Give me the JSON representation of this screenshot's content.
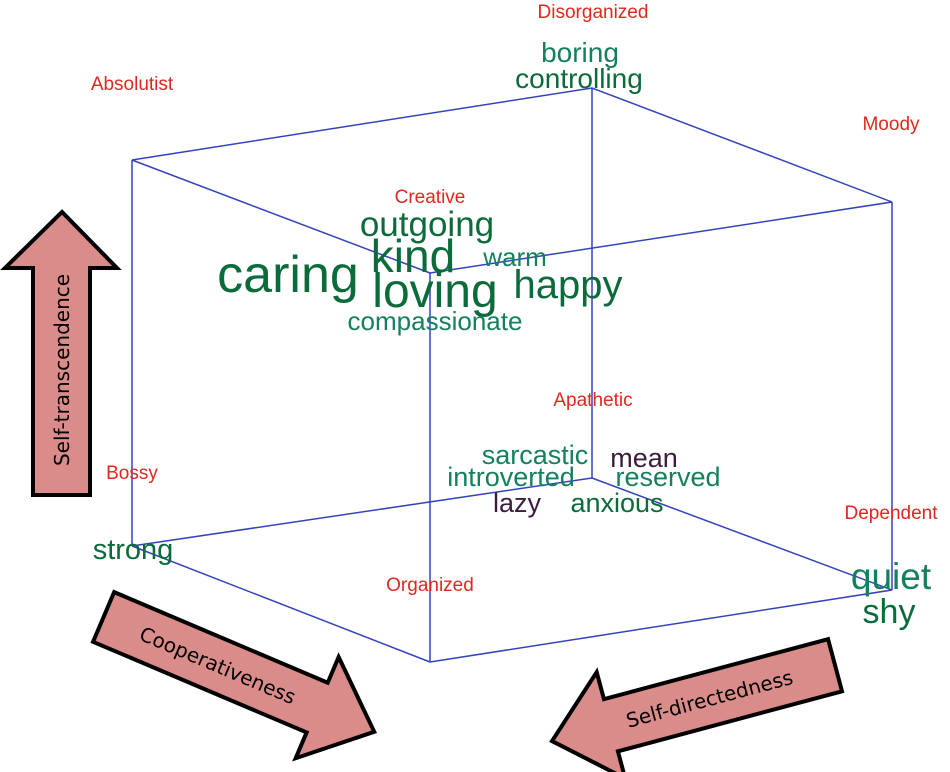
{
  "colors": {
    "cube_edge": "#3344bb",
    "corner_label": "#e0281f",
    "word_green": "#0b6b3a",
    "word_teal": "#14805f",
    "word_purple": "#3d1b3f",
    "arrow_fill": "#d98c8a",
    "arrow_stroke": "#000000"
  },
  "corner_labels": {
    "disorganized": "Disorganized",
    "absolutist": "Absolutist",
    "moody": "Moody",
    "creative": "Creative",
    "apathetic": "Apathetic",
    "bossy": "Bossy",
    "dependent": "Dependent",
    "organized": "Organized"
  },
  "words": {
    "boring": "boring",
    "controlling": "controlling",
    "outgoing": "outgoing",
    "caring": "caring",
    "kind": "kind",
    "warm": "warm",
    "loving": "loving",
    "happy": "happy",
    "compassionate": "compassionate",
    "sarcastic": "sarcastic",
    "mean": "mean",
    "introverted": "introverted",
    "reserved": "reserved",
    "lazy": "lazy",
    "anxious": "anxious",
    "strong": "strong",
    "quiet": "quiet",
    "shy": "shy"
  },
  "arrows": {
    "self_transcendence": "Self-transcendence",
    "cooperativeness": "Cooperativeness",
    "self_directedness": "Self-directedness"
  }
}
